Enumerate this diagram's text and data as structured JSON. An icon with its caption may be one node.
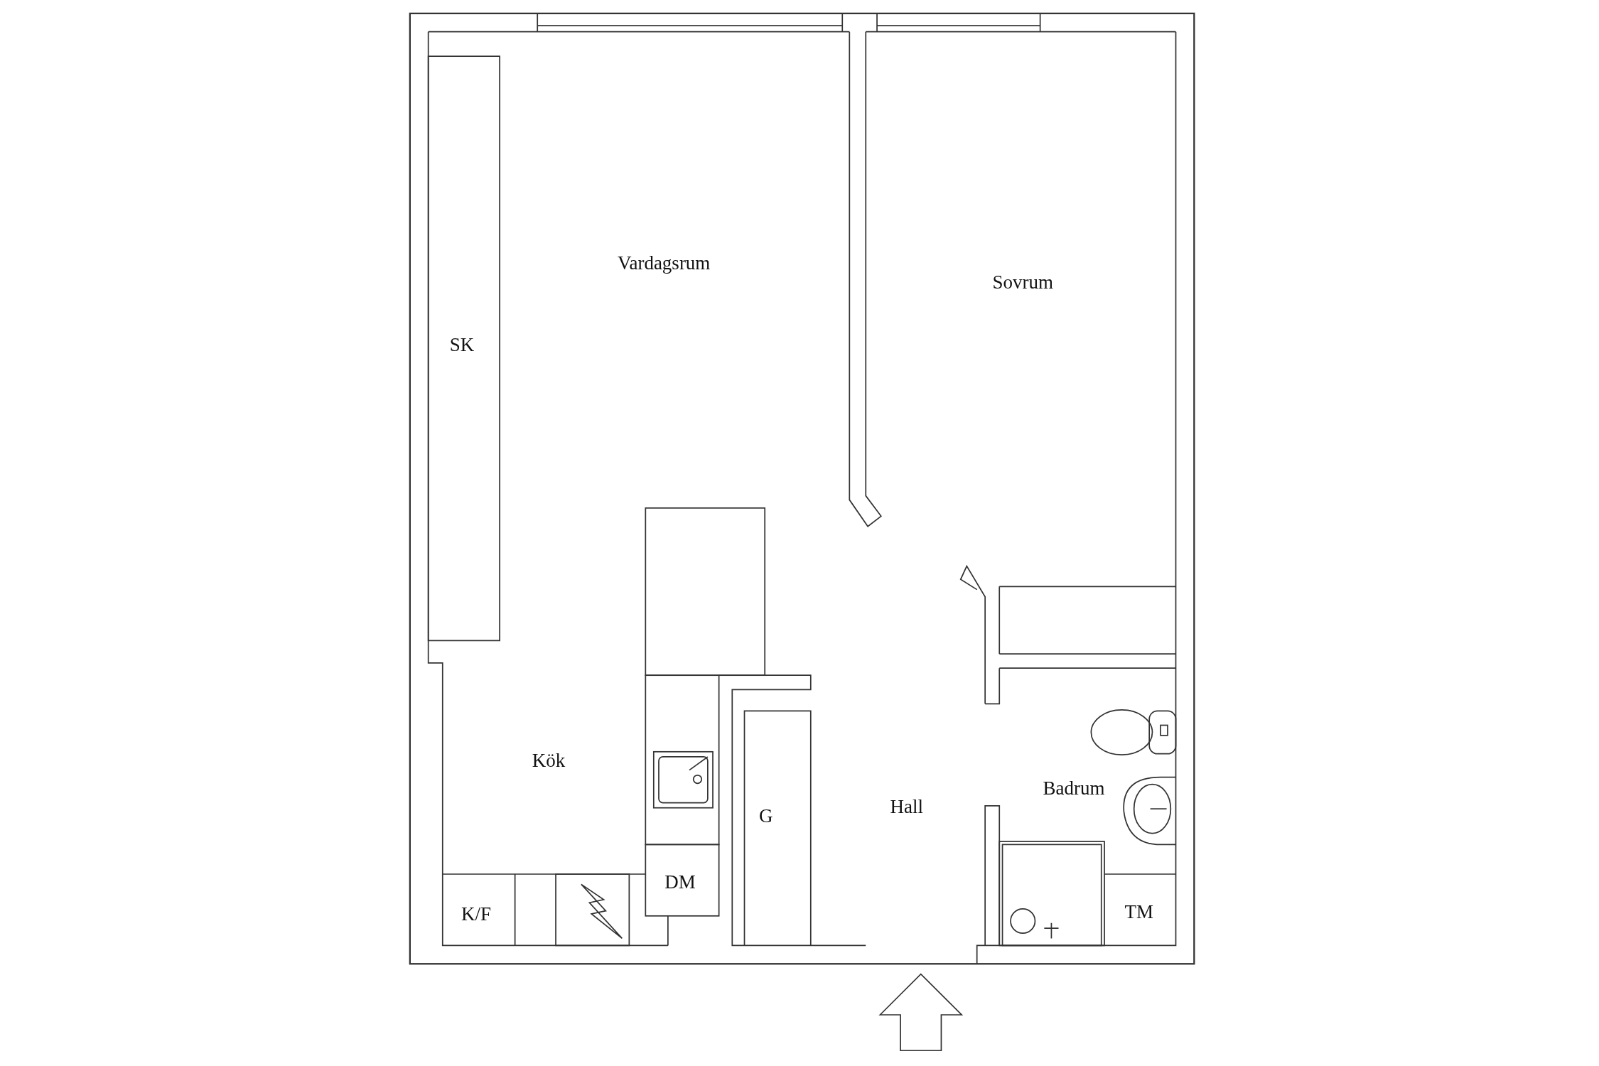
{
  "diagram": {
    "labels": [
      "Vardagsrum",
      "Sovrum",
      "SK",
      "Kök",
      "Badrum",
      "G",
      "Hall",
      "DM",
      "K/F",
      "TM"
    ]
  }
}
